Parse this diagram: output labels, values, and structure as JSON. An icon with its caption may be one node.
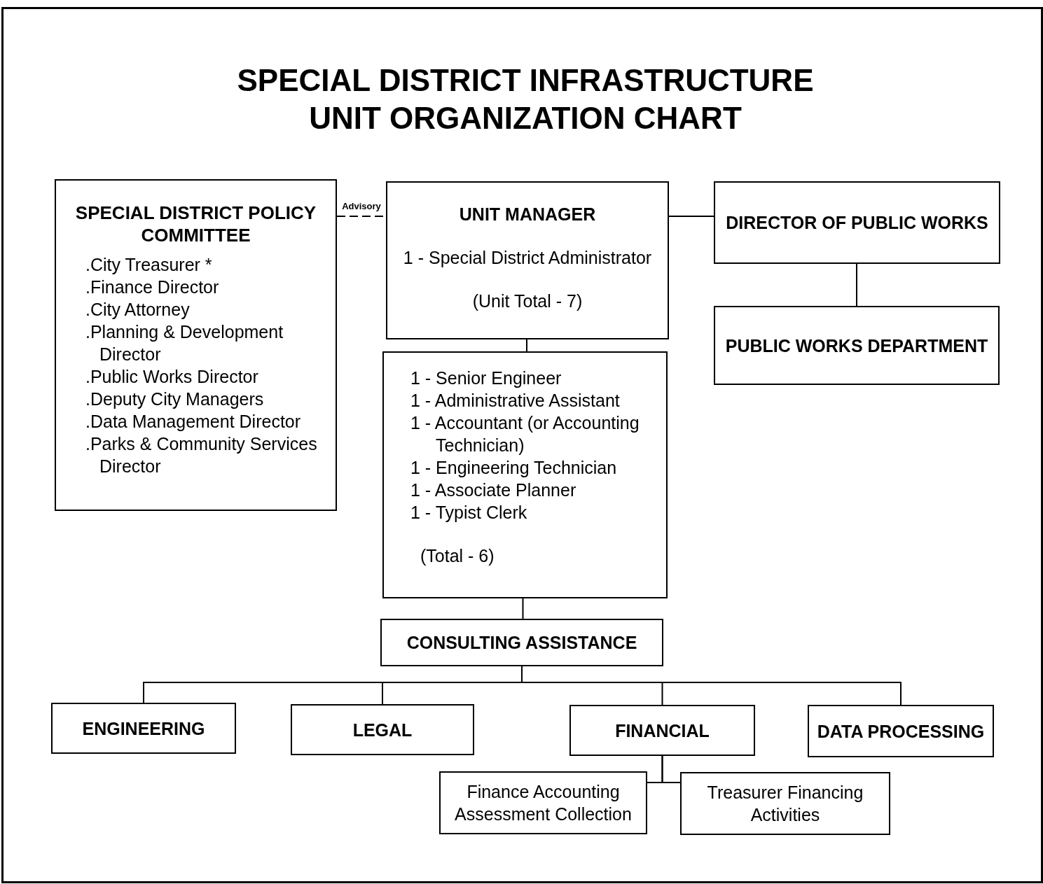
{
  "diagram": {
    "title": "SPECIAL DISTRICT INFRASTRUCTURE UNIT ORGANIZATION CHART",
    "nodes": [
      {
        "text": [
          "SPECIAL DISTRICT POLICY COMMITTEE",
          ".City Treasurer *",
          ".Finance Director",
          ".City Attorney",
          ".Planning & Development Director",
          ".Public Works Director",
          ".Deputy City Managers",
          ".Data Management Director",
          ".Parks & Community Services Director"
        ]
      },
      {
        "text": [
          "UNIT MANAGER",
          "1 - Special District Administrator",
          "(Unit Total - 7)"
        ]
      },
      {
        "text": [
          "DIRECTOR OF PUBLIC WORKS"
        ]
      },
      {
        "text": [
          "1 - Senior Engineer",
          "1 - Administrative Assistant",
          "1 - Accountant (or Accounting Technician)",
          "1 - Engineering Technician",
          "1 - Associate Planner",
          "1 - Typist Clerk",
          "(Total - 6)"
        ]
      },
      {
        "text": [
          "PUBLIC WORKS DEPARTMENT"
        ]
      },
      {
        "text": [
          "CONSULTING ASSISTANCE"
        ]
      },
      {
        "text": [
          "ENGINEERING"
        ]
      },
      {
        "text": [
          "LEGAL"
        ]
      },
      {
        "text": [
          "FINANCIAL"
        ]
      },
      {
        "text": [
          "DATA PROCESSING"
        ]
      },
      {
        "text": [
          "Finance Accounting Assessment Collection"
        ]
      },
      {
        "text": [
          "Treasurer Financing Activities"
        ]
      }
    ],
    "edges": [
      {
        "from": 0,
        "to": 1,
        "arrow": "none",
        "label": "Advisory",
        "style": "dashed"
      },
      {
        "from": 1,
        "to": 2,
        "arrow": "none"
      },
      {
        "from": 2,
        "to": 4,
        "arrow": "none"
      },
      {
        "from": 1,
        "to": 3,
        "arrow": "none"
      },
      {
        "from": 3,
        "to": 5,
        "arrow": "none"
      },
      {
        "from": 5,
        "to": 6,
        "arrow": "none"
      },
      {
        "from": 5,
        "to": 7,
        "arrow": "none"
      },
      {
        "from": 5,
        "to": 8,
        "arrow": "none"
      },
      {
        "from": 5,
        "to": 9,
        "arrow": "none"
      },
      {
        "from": 8,
        "to": 10,
        "arrow": "none"
      },
      {
        "from": 8,
        "to": 11,
        "arrow": "none"
      }
    ]
  }
}
